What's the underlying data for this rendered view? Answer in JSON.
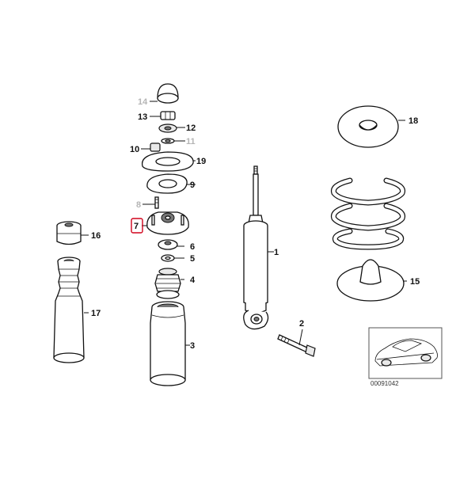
{
  "diagram": {
    "highlighted_part": "7",
    "reference_number": "00091042",
    "callouts": {
      "p1": "1",
      "p2": "2",
      "p3": "3",
      "p4": "4",
      "p5": "5",
      "p6": "6",
      "p7": "7",
      "p8": "8",
      "p9": "9",
      "p10": "10",
      "p11": "11",
      "p12": "12",
      "p13": "13",
      "p14": "14",
      "p15": "15",
      "p16": "16",
      "p17": "17",
      "p18": "18",
      "p19": "19"
    },
    "greyed_callouts": [
      "8",
      "11",
      "14"
    ],
    "colors": {
      "line": "#111111",
      "greyed": "#b5b5b5",
      "highlight_box": "#d0021b"
    }
  }
}
